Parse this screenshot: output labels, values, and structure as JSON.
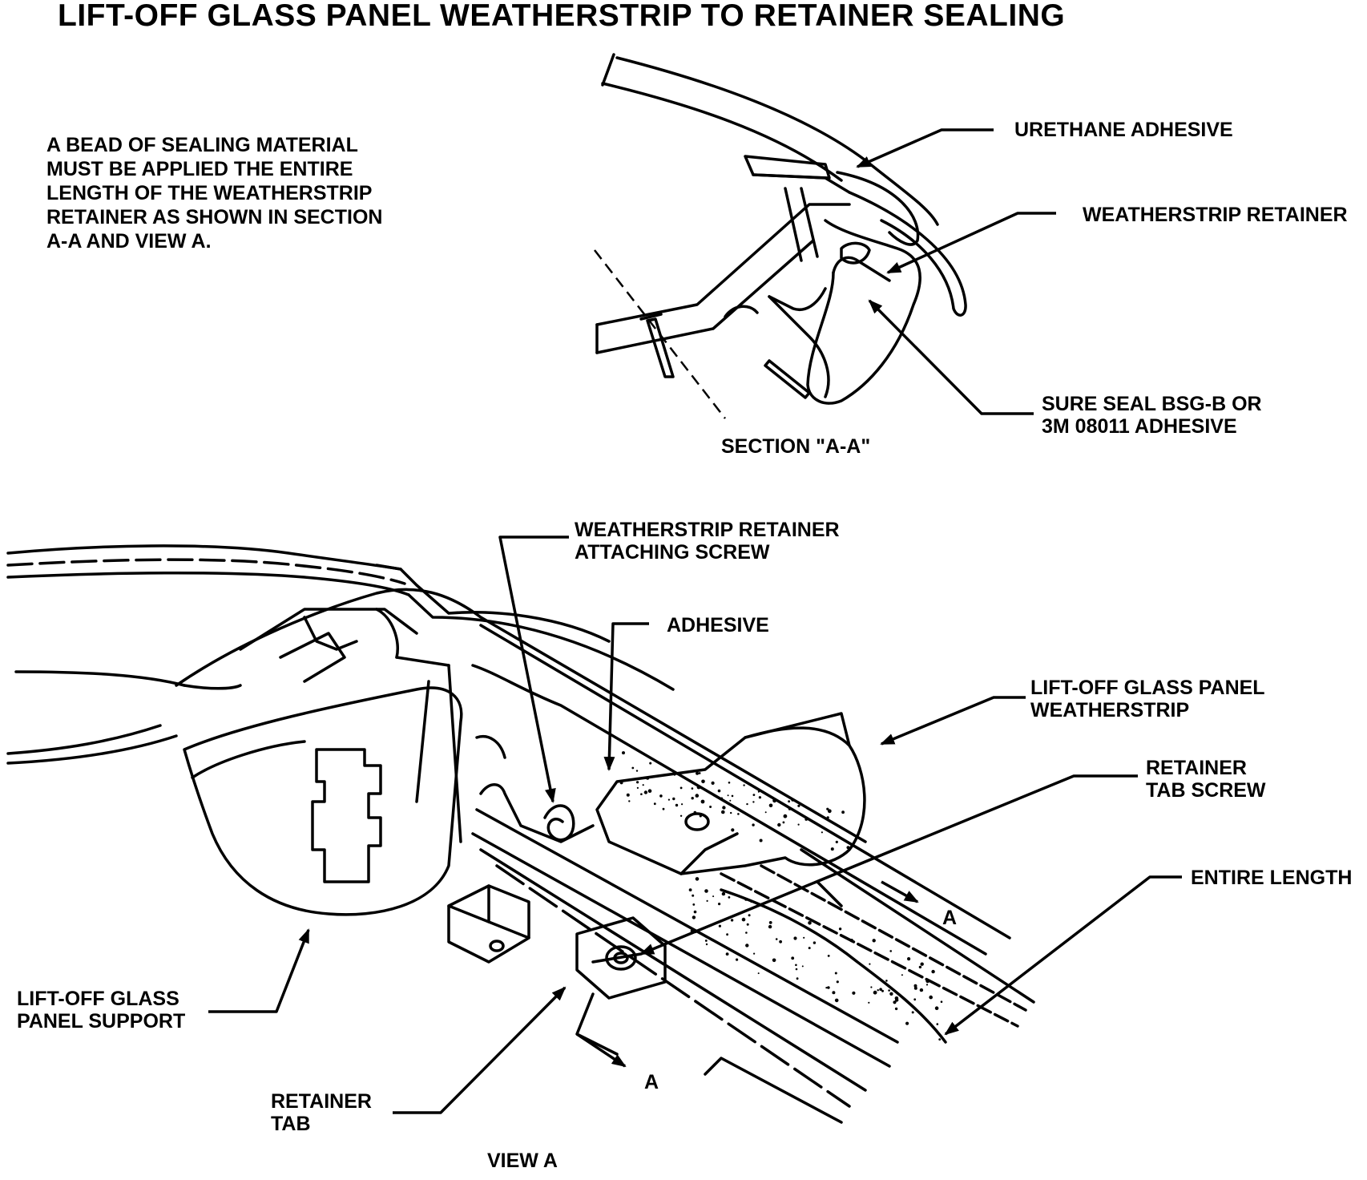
{
  "title": "LIFT-OFF GLASS PANEL WEATHERSTRIP TO RETAINER SEALING",
  "note": [
    "A BEAD OF SEALING MATERIAL",
    "MUST BE APPLIED THE ENTIRE",
    "LENGTH OF THE WEATHERSTRIP",
    "RETAINER AS SHOWN IN SECTION",
    "A-A AND VIEW A."
  ],
  "section_view": {
    "caption": "SECTION \"A-A\"",
    "labels": {
      "urethane_adhesive": "URETHANE ADHESIVE",
      "weatherstrip_retainer": "WEATHERSTRIP RETAINER",
      "sure_seal_line1": "SURE SEAL BSG-B OR",
      "sure_seal_line2": "3M 08011 ADHESIVE"
    }
  },
  "view_a": {
    "caption": "VIEW A",
    "labels": {
      "retainer_screw_line1": "WEATHERSTRIP RETAINER",
      "retainer_screw_line2": "ATTACHING SCREW",
      "adhesive": "ADHESIVE",
      "weatherstrip_line1": "LIFT-OFF GLASS PANEL",
      "weatherstrip_line2": "WEATHERSTRIP",
      "tab_screw_line1": "RETAINER",
      "tab_screw_line2": "TAB SCREW",
      "entire_length": "ENTIRE LENGTH",
      "support_line1": "LIFT-OFF GLASS",
      "support_line2": "PANEL SUPPORT",
      "retainer_tab_line1": "RETAINER",
      "retainer_tab_line2": "TAB",
      "section_mark": "A"
    }
  }
}
